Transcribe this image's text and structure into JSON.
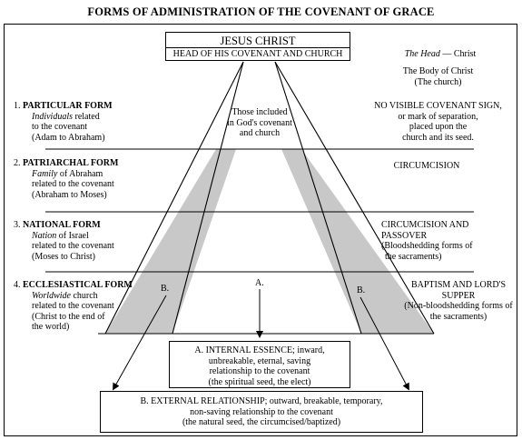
{
  "title": "FORMS OF ADMINISTRATION OF THE COVENANT OF GRACE",
  "head_box": {
    "name": "JESUS CHRIST",
    "subtitle": "HEAD OF HIS COVENANT AND CHURCH"
  },
  "right_top": {
    "head_line_italic": "The Head",
    "head_line_rest": " — Christ",
    "body_line1": "The Body of Christ",
    "body_line2": "(The church)"
  },
  "center_note": [
    "Those included",
    "in God's covenant",
    "and church"
  ],
  "forms": [
    {
      "number": "1.",
      "name": "PARTICULAR FORM",
      "lines": [
        {
          "italic": "Individuals",
          "rest": " related"
        },
        {
          "italic": "",
          "rest": "to the covenant"
        },
        {
          "italic": "",
          "rest": "(Adam to Abraham)"
        }
      ],
      "sign": [
        "NO VISIBLE COVENANT SIGN,",
        "or mark of separation,",
        "placed upon the",
        "church and its seed."
      ]
    },
    {
      "number": "2.",
      "name": "PATRIARCHAL FORM",
      "lines": [
        {
          "italic": "Family",
          "rest": " of Abraham"
        },
        {
          "italic": "",
          "rest": "related to the covenant"
        },
        {
          "italic": "",
          "rest": "(Abraham to Moses)"
        }
      ],
      "sign": [
        "CIRCUMCISION"
      ]
    },
    {
      "number": "3.",
      "name": "NATIONAL FORM",
      "lines": [
        {
          "italic": "Nation",
          "rest": " of Israel"
        },
        {
          "italic": "",
          "rest": "related to the covenant"
        },
        {
          "italic": "",
          "rest": "(Moses to Christ)"
        }
      ],
      "sign": [
        "CIRCUMCISION AND PASSOVER",
        "(Bloodshedding forms of",
        "the sacraments)"
      ]
    },
    {
      "number": "4.",
      "name": "ECCLESIASTICAL FORM",
      "lines": [
        {
          "italic": "Worldwide",
          "rest": " church"
        },
        {
          "italic": "",
          "rest": "related to the covenant"
        },
        {
          "italic": "",
          "rest": "(Christ to the end of"
        },
        {
          "italic": "",
          "rest": "the world)"
        }
      ],
      "sign": [
        "BAPTISM AND LORD'S",
        "SUPPER",
        "(Non-bloodshedding forms of",
        "the sacraments)"
      ]
    }
  ],
  "markers": {
    "left_b": "B.",
    "center_a": "A.",
    "right_b": "B."
  },
  "box_a": [
    "A.  INTERNAL ESSENCE; inward,",
    "unbreakable, eternal, saving",
    "relationship to the covenant",
    "(the spiritual seed, the elect)"
  ],
  "box_b": [
    "B.  EXTERNAL RELATIONSHIP; outward, breakable, temporary,",
    "non-saving relationship to the covenant",
    "(the natural seed, the circumcised/baptized)"
  ]
}
